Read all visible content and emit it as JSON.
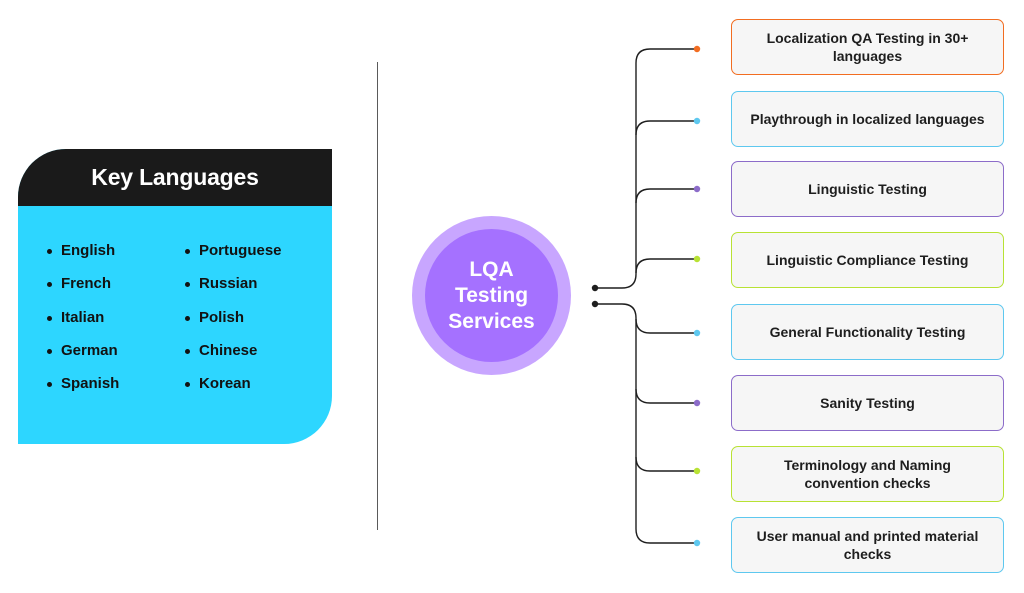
{
  "key_languages": {
    "title": "Key Languages",
    "column_1": [
      "English",
      "French",
      "Italian",
      "German",
      "Spanish"
    ],
    "column_2": [
      "Portuguese",
      "Russian",
      "Polish",
      "Chinese",
      "Korean"
    ]
  },
  "hub": {
    "label": "LQA Testing Services"
  },
  "services": [
    {
      "label": "Localization QA Testing in 30+ languages",
      "color": "#f26d21"
    },
    {
      "label": "Playthrough in localized languages",
      "color": "#5ec8ef"
    },
    {
      "label": "Linguistic Testing",
      "color": "#8c6cc9"
    },
    {
      "label": "Linguistic Compliance Testing",
      "color": "#b8e234"
    },
    {
      "label": "General Functionality Testing",
      "color": "#5ec8ef"
    },
    {
      "label": "Sanity Testing",
      "color": "#8c6cc9"
    },
    {
      "label": "Terminology and Naming convention checks",
      "color": "#b8e234"
    },
    {
      "label": "User manual and printed material checks",
      "color": "#5ec8ef"
    }
  ]
}
